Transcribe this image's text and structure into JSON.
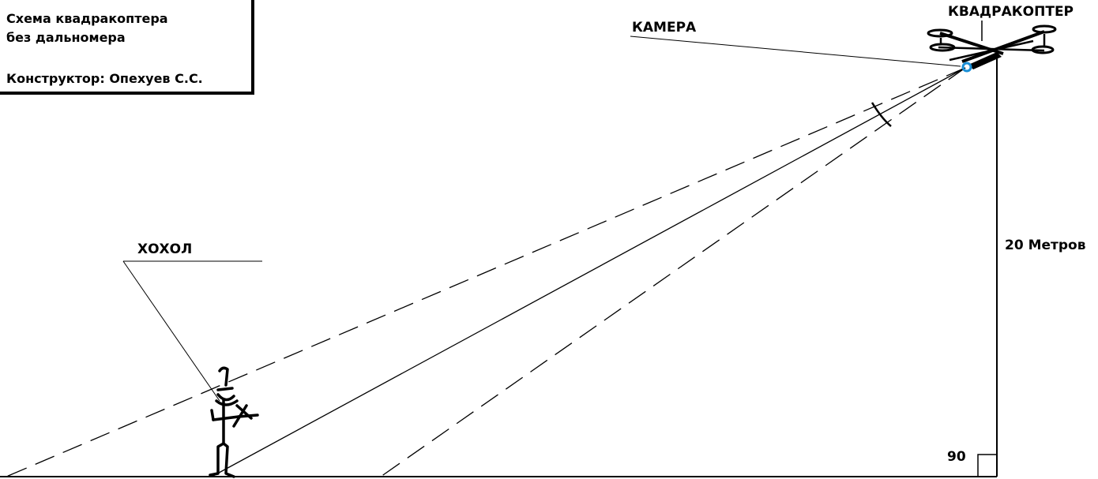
{
  "title_box": {
    "line1": "Схема квадракоптера",
    "line2": "без дальномера",
    "line3": "Конструктор: Опехуев С.С."
  },
  "labels": {
    "camera": "КАМЕРА",
    "drone": "КВАДРАКОПТЕР",
    "person": "ХОХОЛ",
    "height": "20 Метров",
    "angle": "90"
  },
  "colors": {
    "lines": "#000000",
    "camera": "#1a8fd6"
  }
}
